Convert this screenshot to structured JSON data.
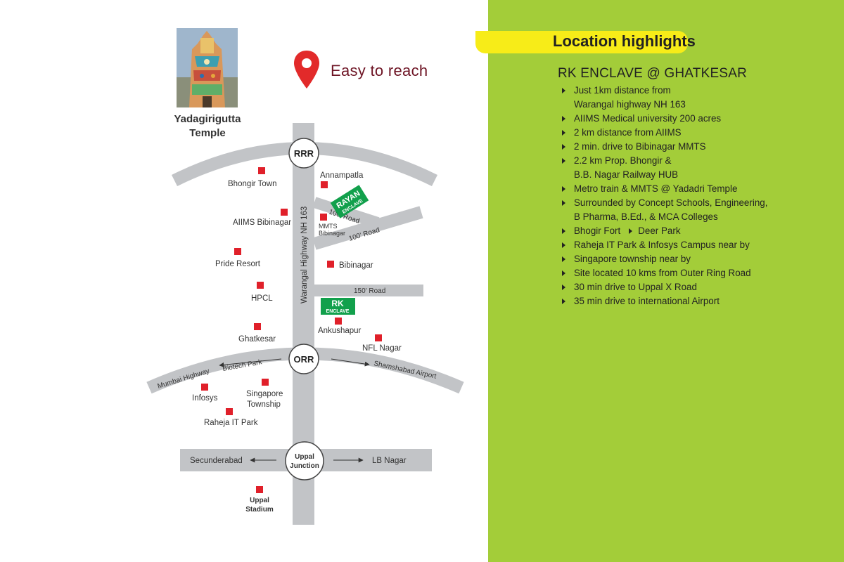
{
  "header": {
    "reach_label": "Easy to reach"
  },
  "temple": {
    "caption": "Yadagirigutta Temple"
  },
  "map": {
    "highway_label": "Warangal Highway NH 163",
    "rrr_label": "RRR",
    "orr_label": "ORR",
    "junction_label_1": "Uppal",
    "junction_label_2": "Junction",
    "road_100_a": "100' Road",
    "road_100_b": "100' Road",
    "road_150": "150' Road",
    "rayan_1": "RAYAN",
    "rayan_2": "ENCLAVE",
    "rk_1": "RK",
    "rk_2": "ENCLAVE",
    "mumbai_highway": "Mumbai Highway",
    "biotech_park": "Biotech Park",
    "shamshabad": "Shamshabad Airport",
    "secunderabad": "Secunderabad",
    "lb_nagar": "LB Nagar",
    "places": {
      "bhongir_town": "Bhongir Town",
      "annampatla": "Annampatla",
      "aiims_bibinagar": "AIIMS Bibinagar",
      "mmts_1": "MMTS",
      "mmts_2": "Bibinagar",
      "pride_resort": "Pride Resort",
      "bibinagar": "Bibinagar",
      "hpcl": "HPCL",
      "ghatkesar": "Ghatkesar",
      "ankushapur": "Ankushapur",
      "nfl_nagar": "NFL Nagar",
      "infosys": "Infosys",
      "singapore_1": "Singapore",
      "singapore_2": "Township",
      "raheja": "Raheja IT Park",
      "uppal_1": "Uppal",
      "uppal_2": "Stadium"
    }
  },
  "highlights": {
    "heading": "Location highlights",
    "project": "RK ENCLAVE @ GHATKESAR",
    "items": [
      "Just 1km distance from",
      "Warangal highway NH 163",
      "AIIMS Medical university 200 acres",
      "2 km distance from AIIMS",
      "2 min. drive to Bibinagar MMTS",
      "2.2 km Prop. Bhongir &",
      "B.B. Nagar Railway HUB",
      "Metro train & MMTS @ Yadadri Temple",
      "Surrounded by Concept Schools, Engineering,",
      "B Pharma, B.Ed., & MCA Colleges",
      "Bhogir Fort",
      "Deer Park",
      "Raheja IT Park & Infosys Campus near by",
      "Singapore township near by",
      "Site located 10 kms from Outer Ring Road",
      "30 min drive to Uppal X Road",
      "35 min drive to international Airport"
    ]
  },
  "colors": {
    "panel_green": "#a3cd39",
    "pill_yellow": "#f7ec18",
    "road_grey": "#c2c4c7",
    "marker_red": "#e0202a",
    "enclave_green": "#12a04c",
    "title_maroon": "#6e1525"
  },
  "icons": [
    "location-pin-icon",
    "bullet-arrow-icon",
    "arrow-left-icon",
    "arrow-right-icon"
  ]
}
